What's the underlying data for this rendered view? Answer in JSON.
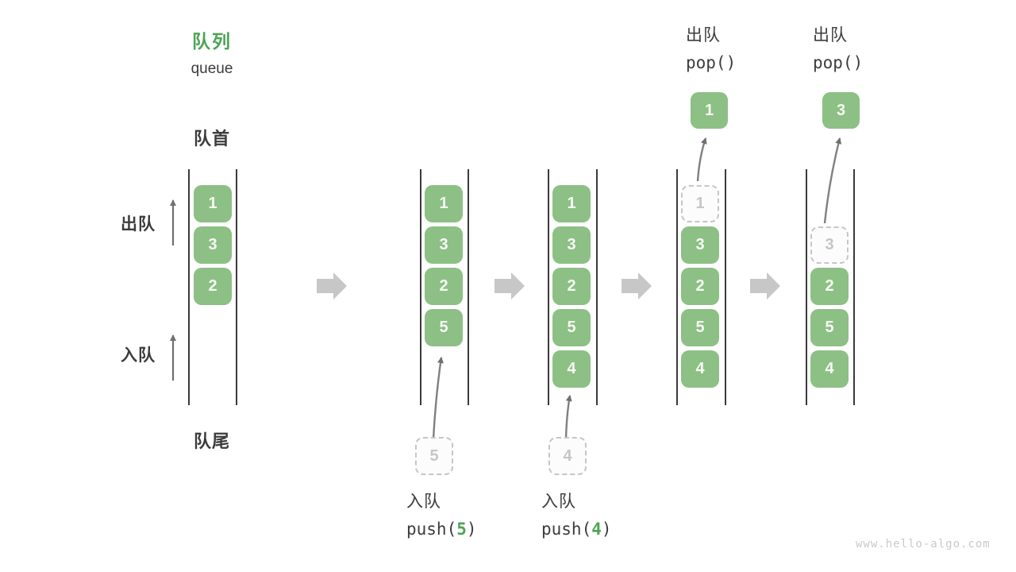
{
  "title": {
    "zh": "队列",
    "en": "queue"
  },
  "labels": {
    "front": "队首",
    "rear": "队尾",
    "dequeue": "出队",
    "enqueue": "入队"
  },
  "ops": {
    "push1": {
      "title": "入队",
      "pre": "push(",
      "arg": "5",
      "post": ")"
    },
    "push2": {
      "title": "入队",
      "pre": "push(",
      "arg": "4",
      "post": ")"
    },
    "pop1": {
      "title": "出队",
      "code": "pop()"
    },
    "pop2": {
      "title": "出队",
      "code": "pop()"
    }
  },
  "columns": [
    {
      "cells": [
        "1",
        "3",
        "2"
      ]
    },
    {
      "cells": [
        "1",
        "3",
        "2",
        "5"
      ],
      "incoming": "5"
    },
    {
      "cells": [
        "1",
        "3",
        "2",
        "5",
        "4"
      ],
      "incoming": "4"
    },
    {
      "cells": [
        "1",
        "3",
        "2",
        "5",
        "4"
      ],
      "popped": "1"
    },
    {
      "cells": [
        "3",
        "2",
        "5",
        "4"
      ],
      "popped": "3"
    }
  ],
  "watermark": "www.hello-algo.com",
  "colors": {
    "box_green": "#8CC084",
    "title_green": "#4DA456",
    "dark_text": "#3C3C3C",
    "block_arrow": "#C7C7C7",
    "thin_arrow": "#707070",
    "dashed_gray": "#C6C6C6",
    "line_dark": "#3A3A3A"
  }
}
